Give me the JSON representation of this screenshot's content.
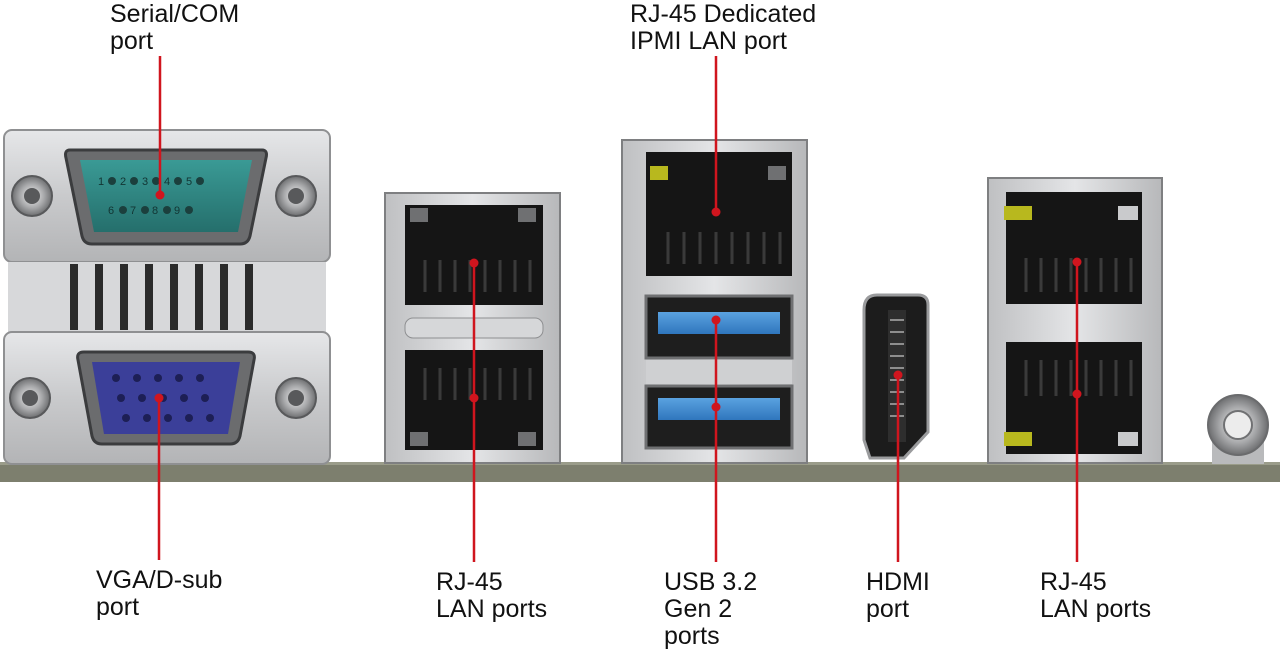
{
  "labels": {
    "serial_com": [
      "Serial/COM",
      "port"
    ],
    "ipmi_lan": [
      "RJ-45 Dedicated",
      "IPMI LAN port"
    ],
    "vga": [
      "VGA/D-sub",
      "port"
    ],
    "rj45_left": [
      "RJ-45",
      "LAN ports"
    ],
    "usb": [
      "USB 3.2",
      "Gen 2",
      "ports"
    ],
    "hdmi": [
      "HDMI",
      "port"
    ],
    "rj45_right": [
      "RJ-45",
      "LAN ports"
    ]
  },
  "serial_pin_numbers": {
    "top_row": [
      "1",
      "2",
      "3",
      "4",
      "5"
    ],
    "bottom_row": [
      "6",
      "7",
      "8",
      "9"
    ]
  },
  "colors": {
    "callout_line": "#d0151e",
    "callout_dot": "#d0151e",
    "panel_silver": "#cfd0d2",
    "board": "#7d7f6e",
    "serial_teal": "#2f8a86",
    "vga_blue": "#3b3f99",
    "usb_blue": "#3d8ad2",
    "port_black": "#1a1a1a",
    "led_yellow": "#b8b81e"
  }
}
